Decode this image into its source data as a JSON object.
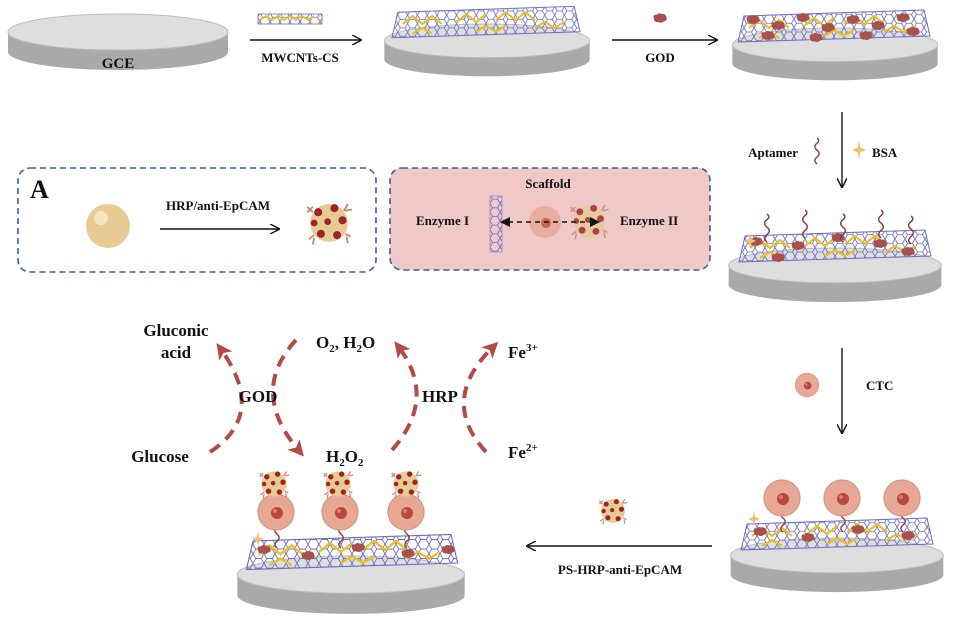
{
  "labels": {
    "gce": "GCE",
    "mwcnts_cs": "MWCNTs-CS",
    "god_step": "GOD",
    "aptamer": "Aptamer",
    "bsa": "BSA",
    "ctc": "CTC",
    "ps_hrp": "PS-HRP-anti-EpCAM",
    "panel_a": "A",
    "hrp_anti": "HRP/anti-EpCAM",
    "scaffold": "Scaffold",
    "enzyme1": "Enzyme I",
    "enzyme2": "Enzyme II",
    "gluconic": "Gluconic",
    "acid": "acid",
    "glucose": "Glucose",
    "god_cycle": "GOD",
    "o2h2o_a": "O",
    "o2h2o_a_sub": "2",
    "o2h2o_b": ", H",
    "o2h2o_b_sub": "2",
    "o2h2o_c": "O",
    "h2o2_a": "H",
    "h2o2_a_sub": "2",
    "h2o2_b": "O",
    "h2o2_b_sub": "2",
    "hrp_cycle": "HRP",
    "fe3": "Fe",
    "fe3_sup": "3+",
    "fe2": "Fe",
    "fe2_sup": "2+"
  },
  "colors": {
    "disk_top": "#dedede",
    "disk_side": "#a9a9a9",
    "graphene": "#6c6cc0",
    "chitosan": "#e8c021",
    "god_enzyme": "#a8504c",
    "cell": "#e7a896",
    "cell_nucleus": "#b84a3c",
    "aptamer": "#8a3e3e",
    "bsa": "#f0c278",
    "cycle_arrow": "#b34a46",
    "bead": "#e8cb94",
    "dashed_border": "#3f5b9a",
    "enzyme_box": "#f0c8c8"
  },
  "icons": [
    "electrode-disk",
    "nanotube-icon",
    "enzyme-blob-icon",
    "aptamer-icon",
    "bsa-icon",
    "ctc-cell-icon",
    "probe-nanoparticle-icon",
    "polystyrene-bead-icon"
  ]
}
